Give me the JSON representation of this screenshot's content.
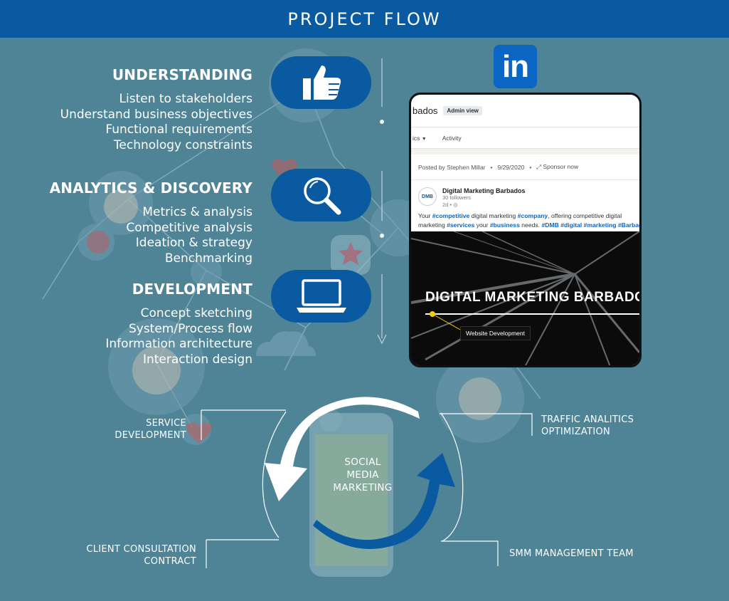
{
  "header": {
    "title": "PROJECT FLOW"
  },
  "sections": [
    {
      "title": "UNDERSTANDING",
      "items": [
        "Listen to stakeholders",
        "Understand business objectives",
        "Functional requirements",
        "Technology constraints"
      ],
      "icon": "thumbs-up-icon"
    },
    {
      "title": "ANALYTICS & DISCOVERY",
      "items": [
        "Metrics & analysis",
        "Competitive analysis",
        "Ideation & strategy",
        "Benchmarking"
      ],
      "icon": "magnifier-icon"
    },
    {
      "title": "DEVELOPMENT",
      "items": [
        "Concept sketching",
        "System/Process flow",
        "Information architecture",
        "Interaction design"
      ],
      "icon": "laptop-icon"
    }
  ],
  "linkedin": {
    "logo_text": "in",
    "company_partial": "bados",
    "admin_badge": "Admin view",
    "tab_partial": "ics",
    "tab_activity": "Activity",
    "posted_by": "Posted by Stephen Millar",
    "date": "9/29/2020",
    "sponsor": "Sponsor now",
    "avatar_text": "DMB",
    "author": "Digital Marketing Barbados",
    "followers": "30 followers",
    "age": "2d •",
    "post_line1": {
      "a": "Your ",
      "h1": "#competitive",
      "b": " digital marketing ",
      "h2": "#company",
      "c": ", offering competitive digital"
    },
    "post_line2": {
      "a": "marketing ",
      "h1": "#services",
      "b": " your ",
      "h2": "#business",
      "c": " needs. ",
      "h3": "#DMB #digital #marketing #Barbados"
    },
    "image_title": "DIGITAL MARKETING BARBADOS",
    "image_caption": "Website Development"
  },
  "cycle": {
    "center": [
      "SOCIAL",
      "MEDIA",
      "MARKETING"
    ],
    "service": [
      "SERVICE",
      "DEVELOPMENT"
    ],
    "traffic": [
      "TRAFFIC ANALITICS",
      "OPTIMIZATION"
    ],
    "client": [
      "CLIENT CONSULTATION",
      "CONTRACT"
    ],
    "smm": "SMM MANAGEMENT TEAM"
  },
  "colors": {
    "background": "#4f8497",
    "brand_blue": "#0a5aa1",
    "linkedin_blue": "#0a66c2",
    "white": "#ffffff"
  }
}
